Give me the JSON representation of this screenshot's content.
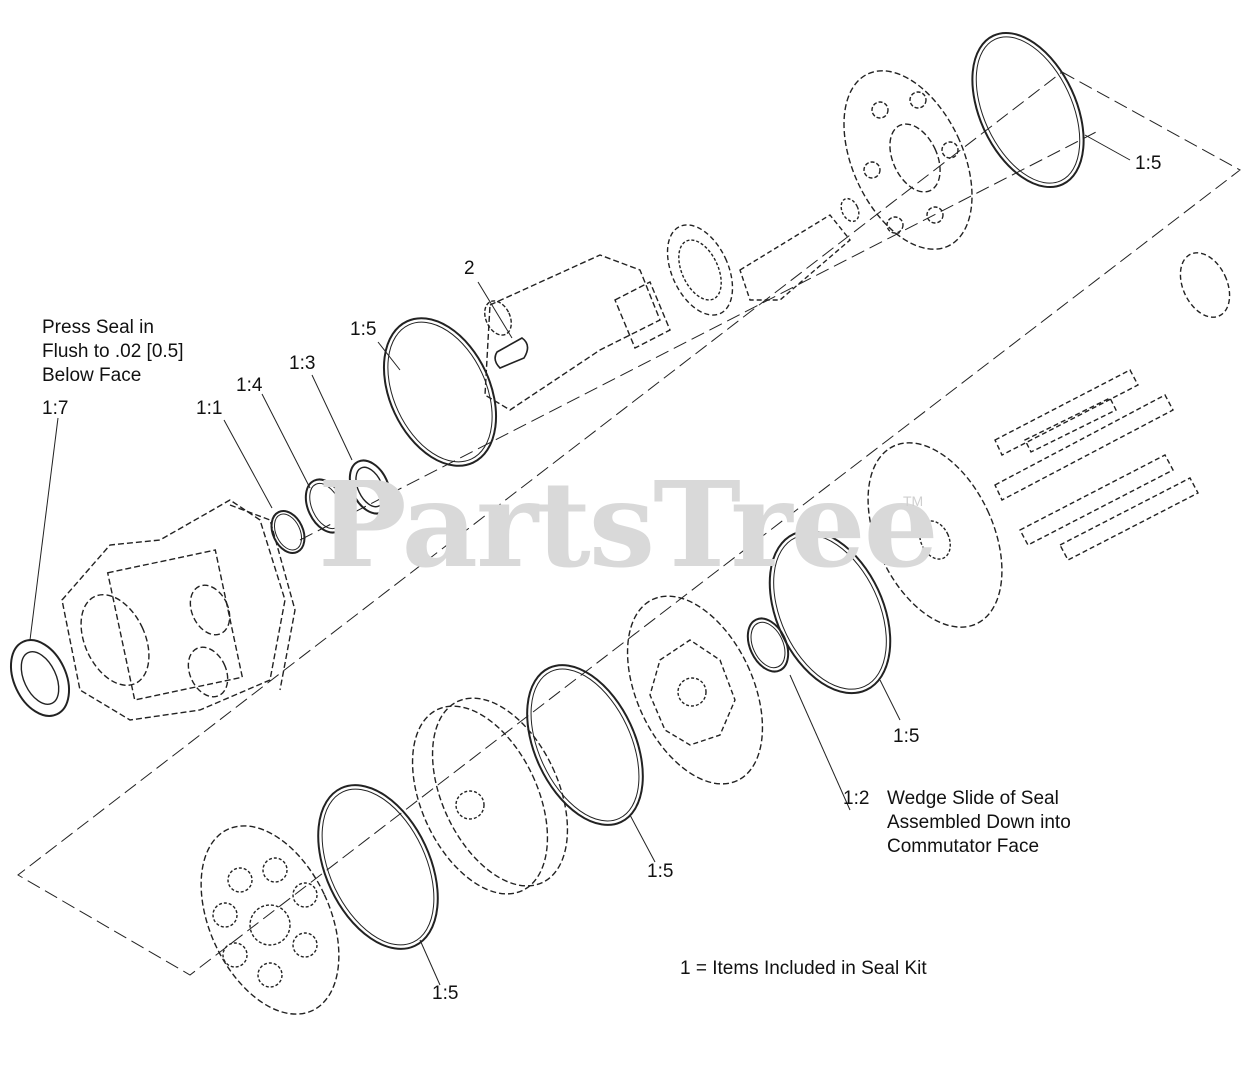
{
  "watermark": {
    "brand": "PartsTree",
    "trademark": "TM"
  },
  "callouts": {
    "c_1_5_top": "1:5",
    "c_2": "2",
    "c_1_5_mid": "1:5",
    "c_1_3": "1:3",
    "c_1_4": "1:4",
    "c_1_1": "1:1",
    "c_1_7": "1:7",
    "c_1_5_right": "1:5",
    "c_1_2": "1:2",
    "c_1_5_low": "1:5",
    "c_1_5_bottom": "1:5"
  },
  "notes": {
    "press_seal_line1": "Press Seal in",
    "press_seal_line2": "Flush to .02 [0.5]",
    "press_seal_line3": "Below Face",
    "wedge_line1": "Wedge Slide of Seal",
    "wedge_line2": "Assembled Down into",
    "wedge_line3": "Commutator Face",
    "seal_kit_legend": "1 = Items Included in Seal Kit"
  }
}
